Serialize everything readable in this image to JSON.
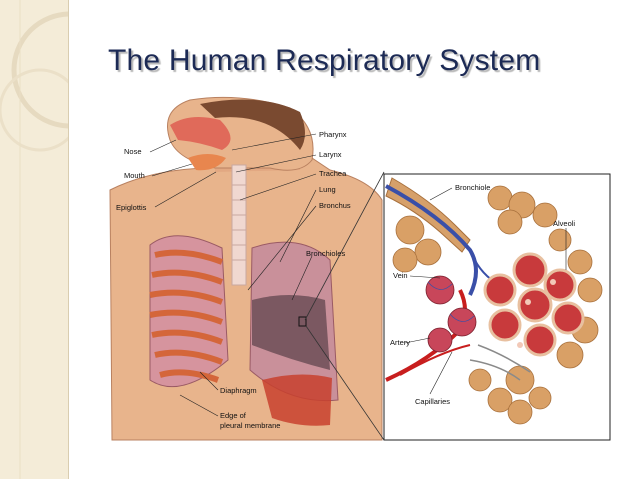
{
  "slide": {
    "title": "The Human Respiratory System"
  },
  "diagram": {
    "body_labels_left": [
      "Nose",
      "Mouth",
      "Epiglottis"
    ],
    "body_labels_right": [
      "Pharynx",
      "Larynx",
      "Trachea",
      "Lung",
      "Bronchus",
      "Bronchioles"
    ],
    "body_labels_bottom": [
      "Diaphragm",
      "Edge of",
      "pleural membrane"
    ],
    "inset_labels": [
      "Bronchiole",
      "Alveoli",
      "Vein",
      "Artery",
      "Capillaries"
    ]
  },
  "colors": {
    "title": "#1c2a55",
    "sidebar": "#f4ecd8",
    "skin": "#e8b48c",
    "lung": "#c9909a",
    "alveoli": "#d99a66",
    "artery": "#c81e1e",
    "vein": "#3a4fa8"
  }
}
